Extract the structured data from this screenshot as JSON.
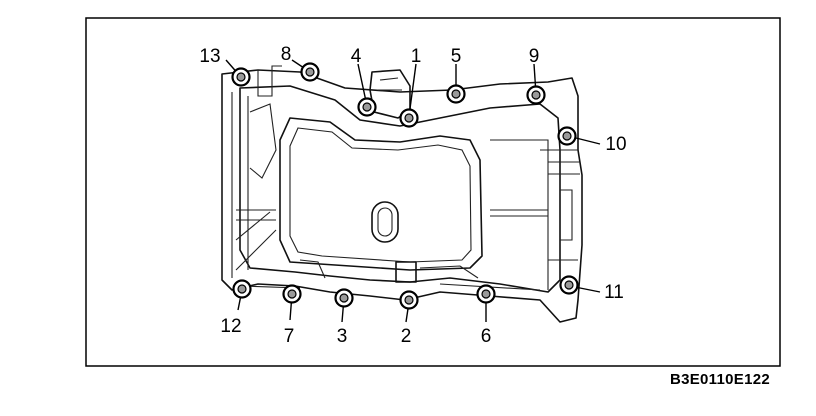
{
  "figure": {
    "code": "B3E0110E122"
  },
  "bolts": [
    {
      "label": "1"
    },
    {
      "label": "2"
    },
    {
      "label": "3"
    },
    {
      "label": "4"
    },
    {
      "label": "5"
    },
    {
      "label": "6"
    },
    {
      "label": "7"
    },
    {
      "label": "8"
    },
    {
      "label": "9"
    },
    {
      "label": "10"
    },
    {
      "label": "11"
    },
    {
      "label": "12"
    },
    {
      "label": "13"
    }
  ]
}
